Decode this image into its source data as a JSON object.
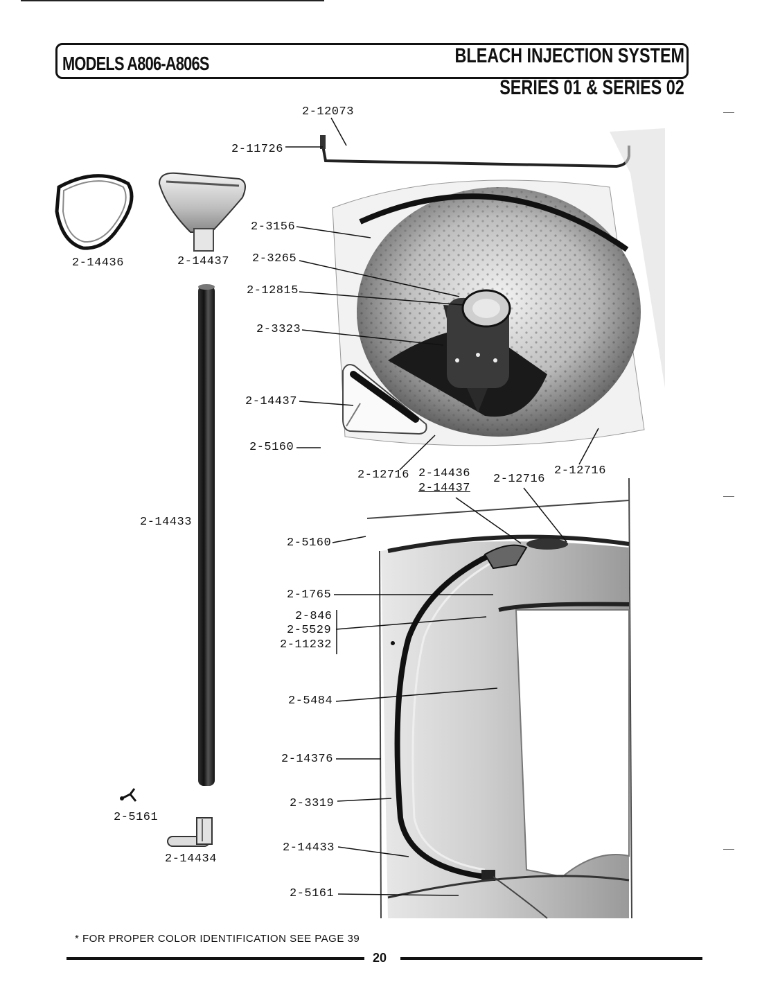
{
  "header": {
    "model_title": "MODELS A806-A806S",
    "system_title": "BLEACH  INJECTION SYSTEM",
    "series_title": "SERIES 01 & SERIES 02"
  },
  "part_labels": {
    "p12073": "2-12073",
    "p11726": "2-11726",
    "p14436_left": "2-14436",
    "p14437_left": "2-14437",
    "p3156": "2-3156",
    "p3265": "2-3265",
    "p12815": "2-12815",
    "p3323": "2-3323",
    "p14437_mid": "2-14437",
    "p5160_mid": "2-5160",
    "p12716_a": "2-12716",
    "p14436_b": "2-14436",
    "p14437_b": "2-14437",
    "p12716_b": "2-12716",
    "p12716_c": "2-12716",
    "p14433_left": "2-14433",
    "p5160_low": "2-5160",
    "p1765": "2-1765",
    "p846": "2-846",
    "p5529": "2-5529",
    "p11232": "2-11232",
    "p5484": "2-5484",
    "p14376": "2-14376",
    "p3319": "2-3319",
    "p14433_low": "2-14433",
    "p5161_low": "2-5161",
    "p5161_left": "2-5161",
    "p14434": "2-14434"
  },
  "footnote": "* FOR PROPER COLOR IDENTIFICATION SEE PAGE 39",
  "page_number": "20"
}
